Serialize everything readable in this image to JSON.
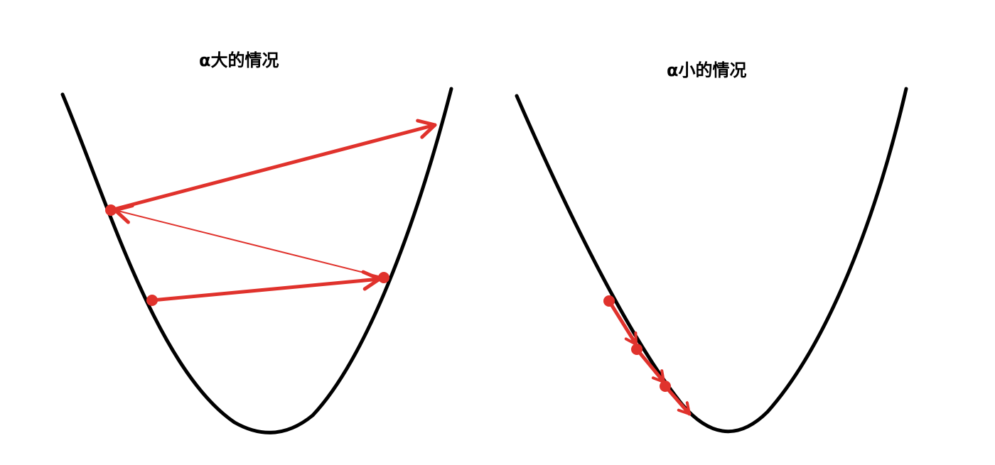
{
  "panels": [
    {
      "title": "α大的情况",
      "step_size": "large",
      "curve_color": "#000000",
      "arrow_color": "#e0322c",
      "steps": 3
    },
    {
      "title": "α小的情况",
      "step_size": "small",
      "curve_color": "#000000",
      "arrow_color": "#e0322c",
      "steps": 3
    }
  ]
}
